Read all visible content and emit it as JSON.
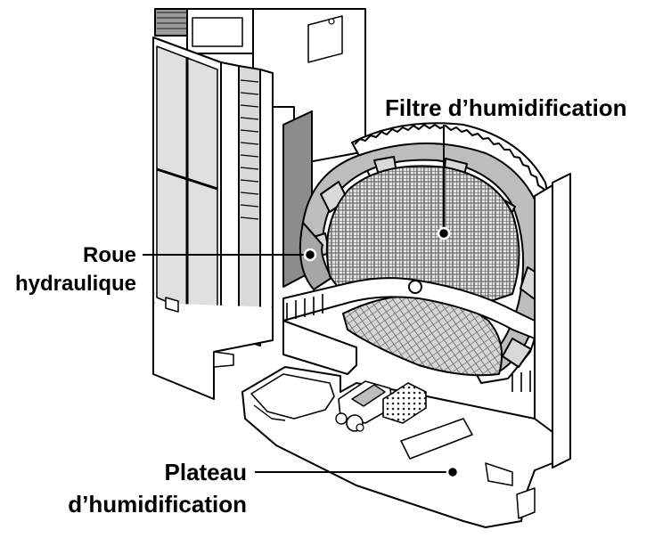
{
  "labels": {
    "filter": "Filtre d’humidification",
    "wheel_line1": "Roue",
    "wheel_line2": "hydraulique",
    "tray_line1": "Plateau",
    "tray_line2": "d’humidification"
  },
  "colors": {
    "ink": "#000000",
    "body_fill": "#ffffff",
    "shade_light": "#d9d9d9",
    "shade_mid": "#bdbdbd",
    "shade_dark": "#8c8c8c"
  }
}
